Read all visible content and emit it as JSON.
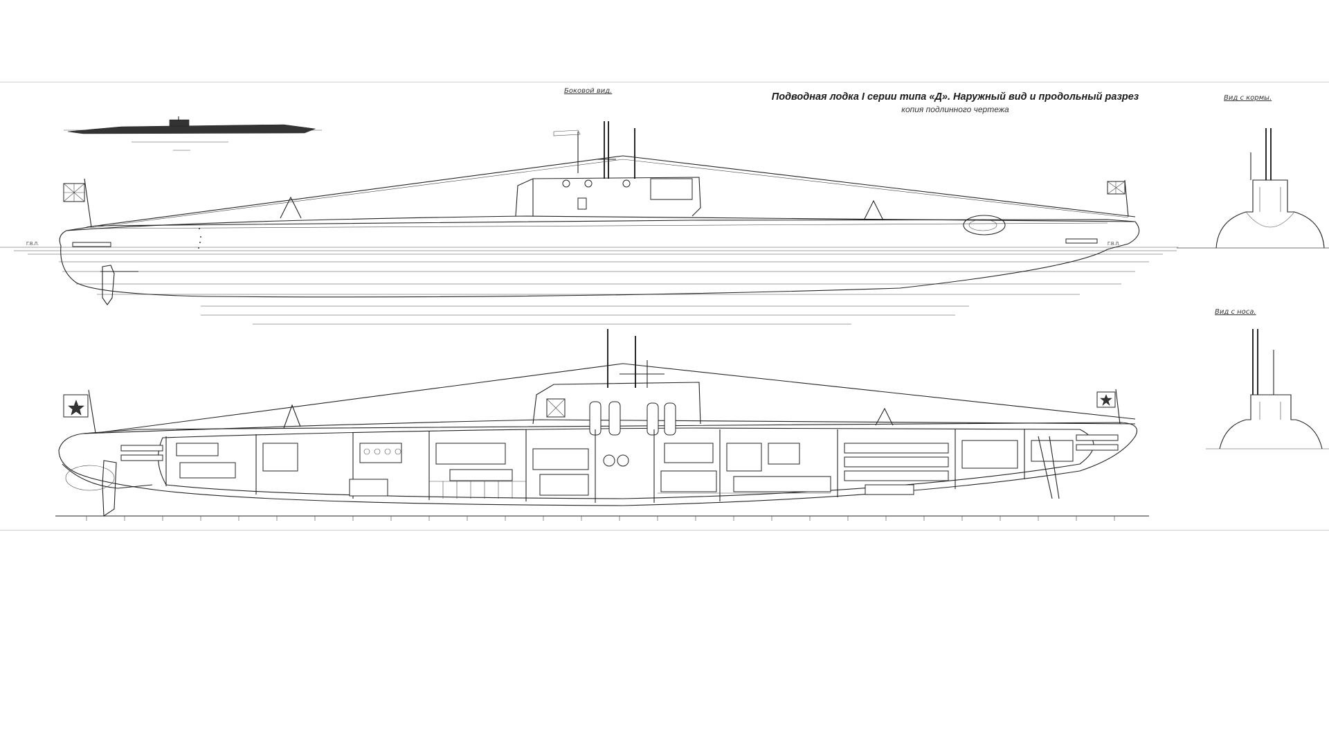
{
  "title": "Подводная лодка I серии типа «Д». Наружный вид и продольный разрез",
  "subtitle": "копия подлинного чертежа",
  "labels": {
    "side_view": "Боковой вид.",
    "stern_view": "Вид с кормы.",
    "bow_view": "Вид с носа."
  },
  "colors": {
    "line": "#222222",
    "paper": "#ffffff"
  }
}
